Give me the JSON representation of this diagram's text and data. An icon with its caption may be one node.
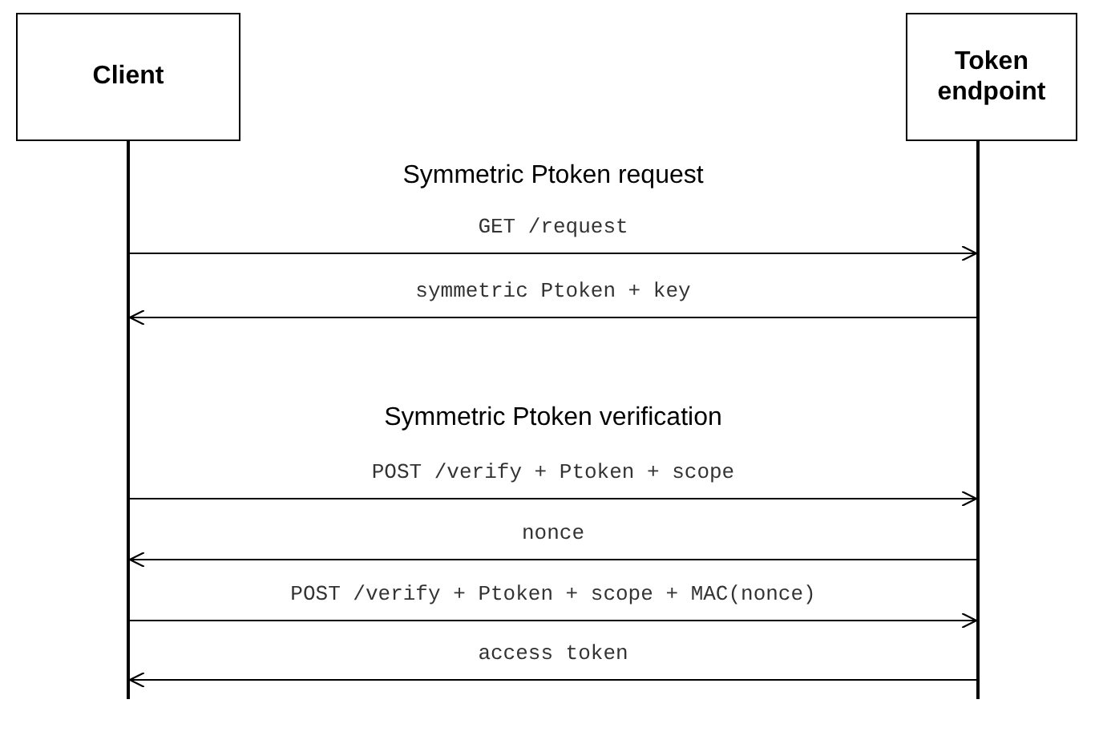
{
  "diagram": {
    "nodes": [
      {
        "text": [
          "Client"
        ]
      },
      {
        "text": [
          "Token endpoint"
        ]
      },
      {
        "text": [],
        "shape": "bar"
      },
      {
        "text": [],
        "shape": "bar"
      }
    ],
    "edges": [
      {
        "from": 2,
        "to": 3,
        "arrow": "to",
        "label": "GET /request"
      },
      {
        "from": 3,
        "to": 2,
        "arrow": "to",
        "label": "symmetric Ptoken + key"
      },
      {
        "from": 2,
        "to": 3,
        "arrow": "to",
        "label": "POST /verify + Ptoken + scope"
      },
      {
        "from": 3,
        "to": 2,
        "arrow": "to",
        "label": "nonce"
      },
      {
        "from": 2,
        "to": 3,
        "arrow": "to",
        "label": "POST /verify + Ptoken + scope + MAC(nonce)"
      },
      {
        "from": 3,
        "to": 2,
        "arrow": "to",
        "label": "access token"
      }
    ],
    "labels": [
      "Symmetric Ptoken request",
      "Symmetric Ptoken verification"
    ]
  }
}
